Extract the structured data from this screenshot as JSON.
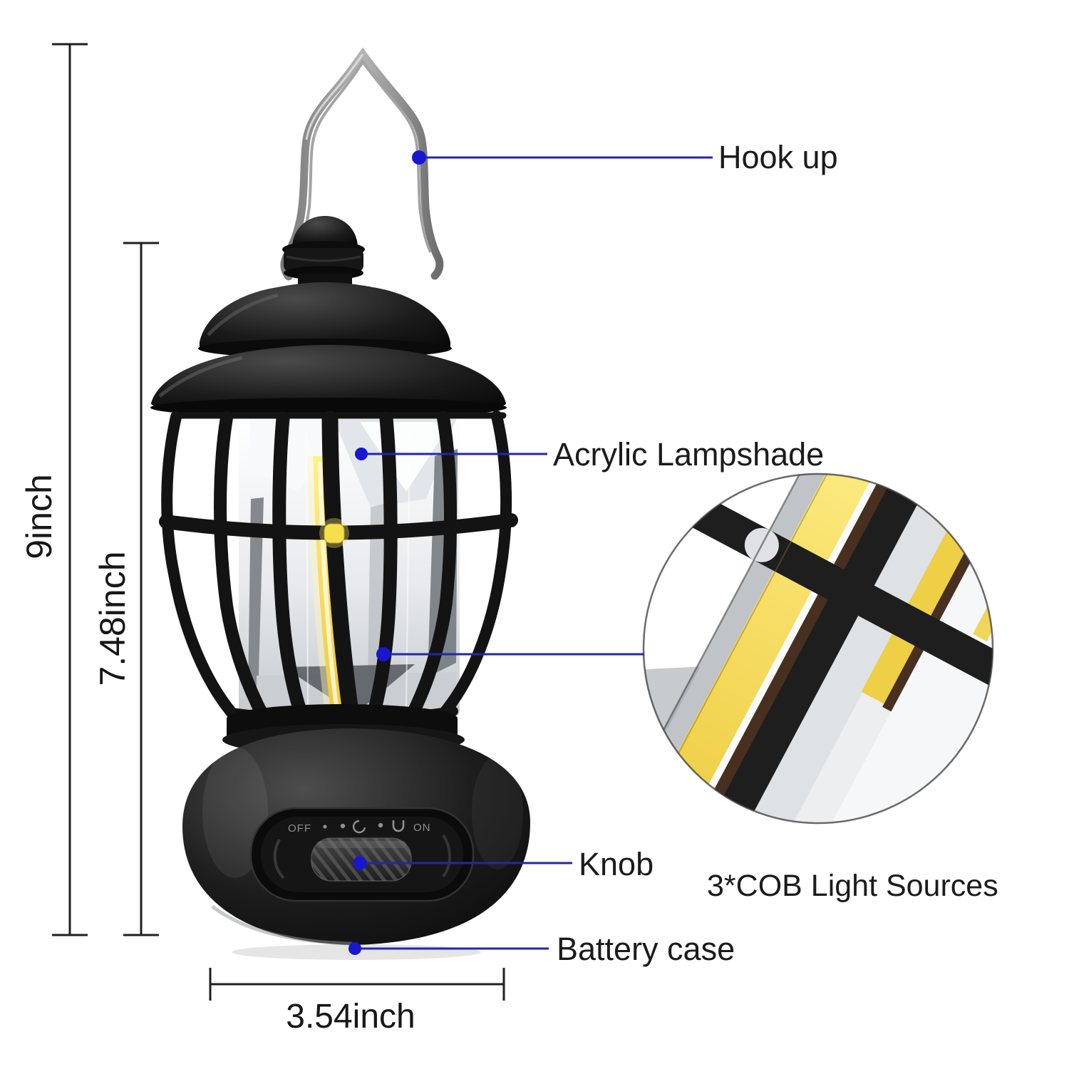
{
  "callouts": {
    "hook": {
      "label": "Hook up"
    },
    "lampshade": {
      "label": "Acrylic Lampshade"
    },
    "knob": {
      "label": "Knob"
    },
    "battery_case": {
      "label": "Battery case"
    },
    "cob": {
      "label": "3*COB Light Sources"
    }
  },
  "dimensions": {
    "total_height": "9inch",
    "body_height": "7.48inch",
    "base_width": "3.54inch"
  },
  "switch_markings": {
    "off": "OFF",
    "on": "ON"
  },
  "colors": {
    "background": "#ffffff",
    "callout_line_blue": "#2525ae",
    "callout_dot_blue": "#1717d0",
    "dimension_line": "#1f1f1f",
    "label_text": "#1b1b1b",
    "lantern_black": "#141414",
    "hook_silver": "#c9c9c9",
    "cob_yellow": "#eecf45",
    "cob_substrate_brown": "#47301f"
  }
}
